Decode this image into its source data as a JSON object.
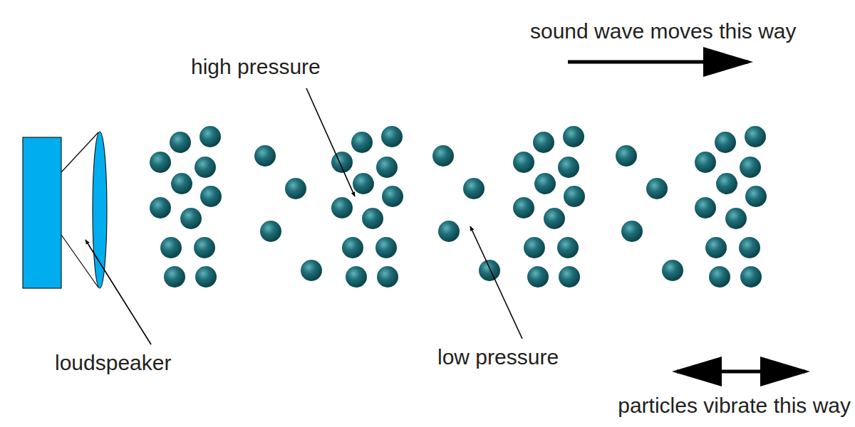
{
  "diagram": {
    "labels": [
      "sound wave moves this way",
      "high pressure",
      "loudspeaker",
      "low pressure",
      "particles vibrate this way"
    ]
  }
}
